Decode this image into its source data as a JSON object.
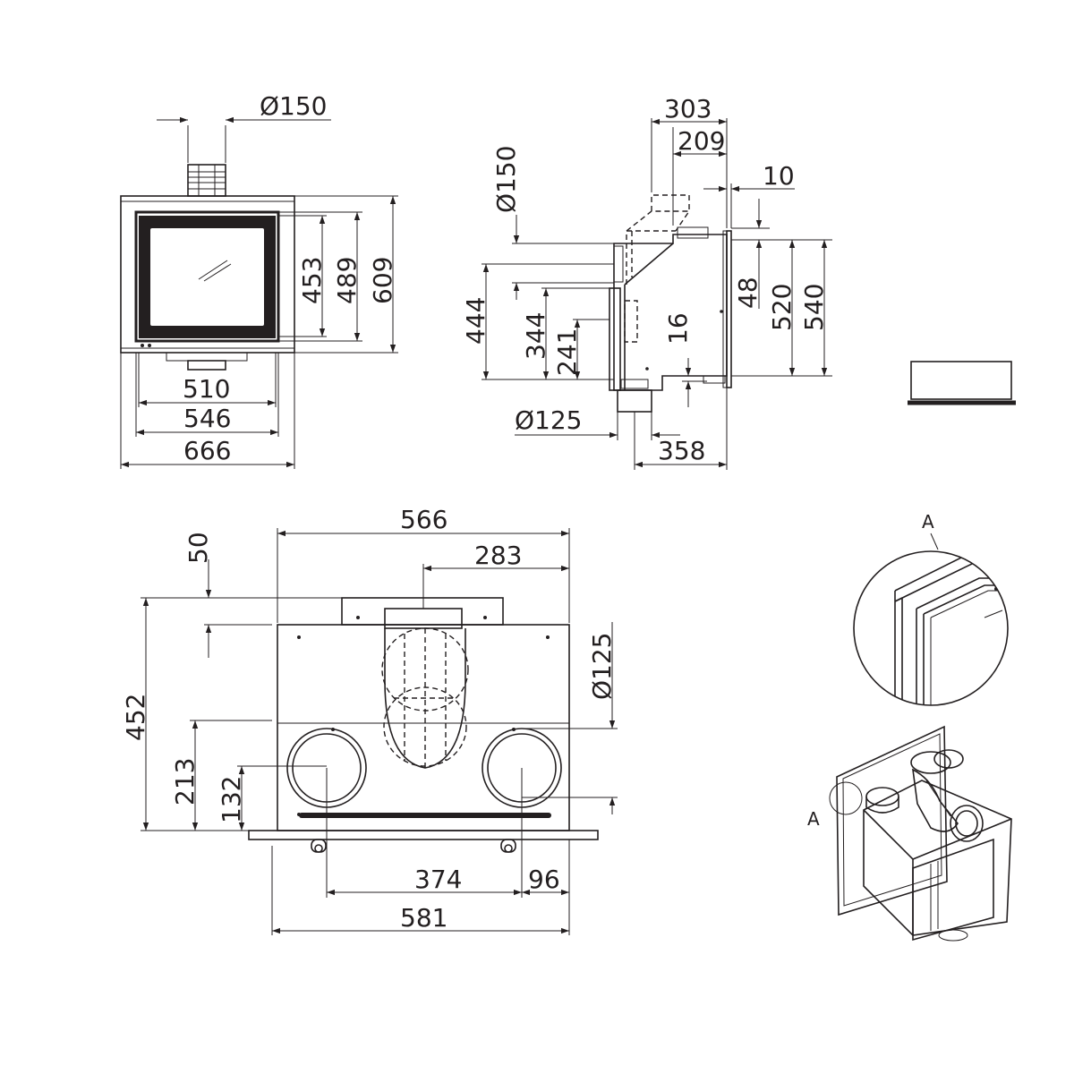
{
  "front_view": {
    "flue_diameter": "Ø150",
    "width_glass": "510",
    "width_frame": "546",
    "width_total": "666",
    "height_glass": "453",
    "height_frame": "489",
    "height_total": "609"
  },
  "side_view": {
    "flue_diameter": "Ø150",
    "depth_303": "303",
    "depth_209": "209",
    "offset_10": "10",
    "height_48": "48",
    "height_520": "520",
    "height_540": "540",
    "height_444": "444",
    "height_344": "344",
    "height_241": "241",
    "height_16": "16",
    "air_diameter": "Ø125",
    "depth_358": "358"
  },
  "top_view": {
    "width_566": "566",
    "half_283": "283",
    "offset_50": "50",
    "duct_diameter": "Ø125",
    "depth_452": "452",
    "depth_213": "213",
    "depth_132": "132",
    "spacing_374": "374",
    "offset_96": "96",
    "width_581": "581"
  },
  "detail": {
    "label": "A",
    "iso_label": "A"
  }
}
